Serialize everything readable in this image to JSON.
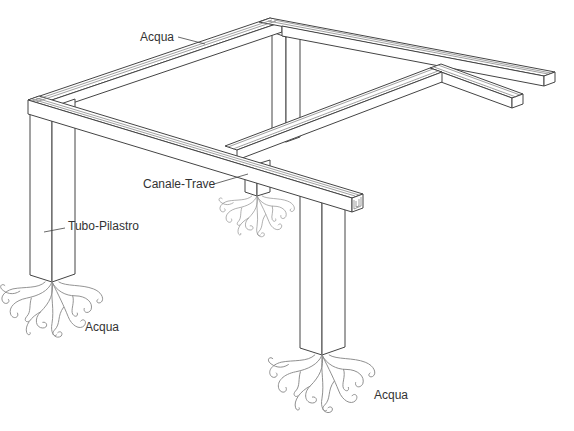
{
  "diagram": {
    "labels": [
      "Acqua",
      "Canale-Trave",
      "Tubo-Pilastro",
      "Acqua",
      "Acqua"
    ]
  }
}
